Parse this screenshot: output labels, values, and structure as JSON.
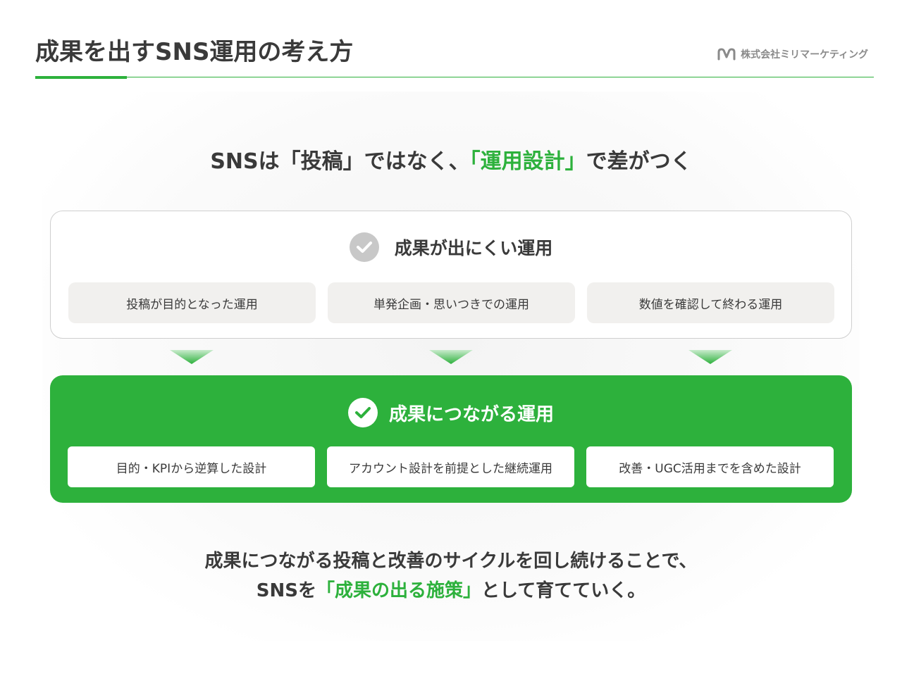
{
  "header": {
    "title": "成果を出すSNS運用の考え方",
    "logo_icon": "company-logo-m-icon",
    "logo_text": "株式会社ミリマーケティング"
  },
  "headline": {
    "prefix": "SNSは「投稿」ではなく、",
    "highlight": "「運用設計」",
    "suffix": "で差がつく"
  },
  "bad_section": {
    "icon": "check-circle-icon",
    "heading": "成果が出にくい運用",
    "items": [
      "投稿が目的となった運用",
      "単発企画・思いつきでの運用",
      "数値を確認して終わる運用"
    ]
  },
  "good_section": {
    "icon": "check-circle-icon",
    "heading": "成果につながる運用",
    "items": [
      "目的・KPIから逆算した設計",
      "アカウント設計を前提とした継続運用",
      "改善・UGC活用までを含めた設計"
    ]
  },
  "closing": {
    "line1": "成果につながる投稿と改善のサイクルを回し続けることで、",
    "line2_prefix": "SNSを",
    "line2_highlight": "「成果の出る施策」",
    "line2_suffix": "として育てていく。"
  },
  "colors": {
    "accent_green": "#2db13c",
    "text_dark": "#3a3a3a",
    "muted_gray": "#c8c8c8",
    "card_bg": "#f1f0ee"
  }
}
